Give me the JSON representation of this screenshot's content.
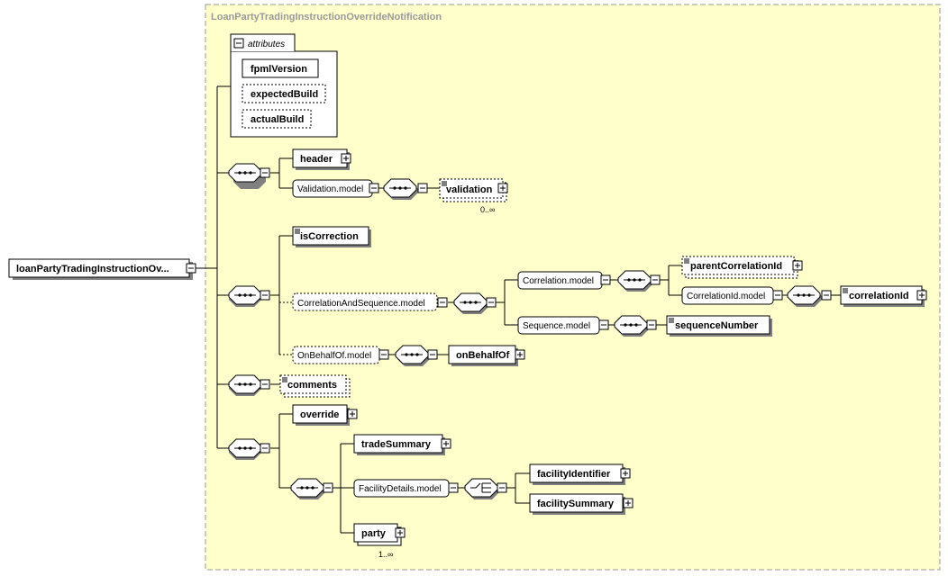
{
  "type_name": "LoanPartyTradingInstructionOverrideNotification",
  "root_element": "loanPartyTradingInstructionOv...",
  "attributes_label": "attributes",
  "attributes": [
    "fpmlVersion",
    "expectedBuild",
    "actualBuild"
  ],
  "elements": {
    "header": "header",
    "validation_model": "Validation.model",
    "validation": "validation",
    "validation_card": "0..∞",
    "isCorrection": "isCorrection",
    "corr_seq_model": "CorrelationAndSequence.model",
    "correlation_model": "Correlation.model",
    "parentCorrelationId": "parentCorrelationId",
    "correlationId_model": "CorrelationId.model",
    "correlationId": "correlationId",
    "sequence_model": "Sequence.model",
    "sequenceNumber": "sequenceNumber",
    "onBehalfOf_model": "OnBehalfOf.model",
    "onBehalfOf": "onBehalfOf",
    "comments": "comments",
    "override": "override",
    "tradeSummary": "tradeSummary",
    "facilityDetails_model": "FacilityDetails.model",
    "facilityIdentifier": "facilityIdentifier",
    "facilitySummary": "facilitySummary",
    "party": "party",
    "party_card": "1..∞"
  },
  "colors": {
    "canvas": "#ffffcc",
    "canvas_border": "#9a9a9a",
    "type_title": "#9a9a9a",
    "box_fill": "#ffffff",
    "line": "#000000",
    "shadow": "#808080"
  }
}
